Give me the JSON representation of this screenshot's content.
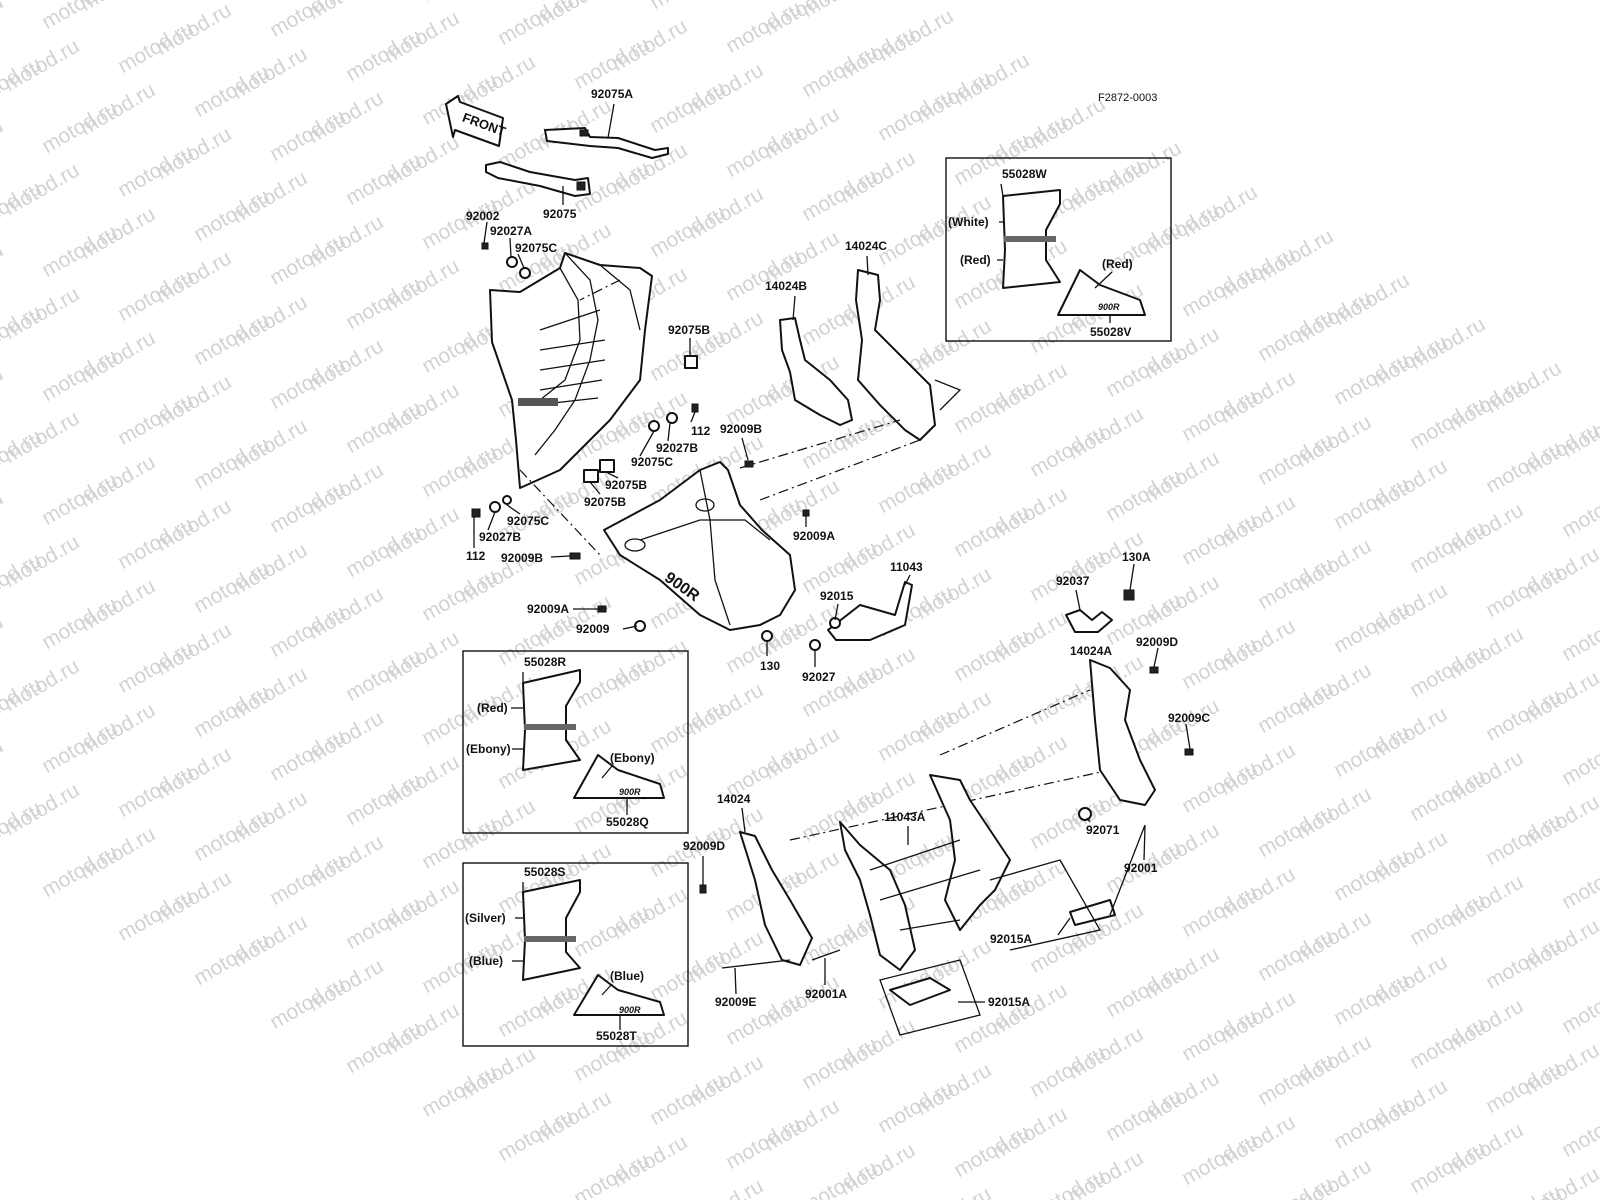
{
  "watermark": {
    "text": "motod.ru"
  },
  "figure_code": "F2872-0003",
  "front_arrow": "FRONT",
  "callouts": [
    {
      "id": "92075A",
      "text": "92075A"
    },
    {
      "id": "92075",
      "text": "92075"
    },
    {
      "id": "92002",
      "text": "92002"
    },
    {
      "id": "92027A",
      "text": "92027A"
    },
    {
      "id": "92075C_a",
      "text": "92075C"
    },
    {
      "id": "92075B_a",
      "text": "92075B"
    },
    {
      "id": "112_a",
      "text": "112"
    },
    {
      "id": "92027B_a",
      "text": "92027B"
    },
    {
      "id": "92075C_b",
      "text": "92075C"
    },
    {
      "id": "92075B_b",
      "text": "92075B"
    },
    {
      "id": "92075B_c",
      "text": "92075B"
    },
    {
      "id": "92075C_c",
      "text": "92075C"
    },
    {
      "id": "92027B_b",
      "text": "92027B"
    },
    {
      "id": "112_b",
      "text": "112"
    },
    {
      "id": "92009B_a",
      "text": "92009B"
    },
    {
      "id": "92009B_b",
      "text": "92009B"
    },
    {
      "id": "92009A_a",
      "text": "92009A"
    },
    {
      "id": "92009A_b",
      "text": "92009A"
    },
    {
      "id": "92009",
      "text": "92009"
    },
    {
      "id": "14024B",
      "text": "14024B"
    },
    {
      "id": "14024C",
      "text": "14024C"
    },
    {
      "id": "11043",
      "text": "11043"
    },
    {
      "id": "92015",
      "text": "92015"
    },
    {
      "id": "130",
      "text": "130"
    },
    {
      "id": "92027",
      "text": "92027"
    },
    {
      "id": "92037",
      "text": "92037"
    },
    {
      "id": "130A",
      "text": "130A"
    },
    {
      "id": "14024A",
      "text": "14024A"
    },
    {
      "id": "92009D_a",
      "text": "92009D"
    },
    {
      "id": "92009C",
      "text": "92009C"
    },
    {
      "id": "92071",
      "text": "92071"
    },
    {
      "id": "92001",
      "text": "92001"
    },
    {
      "id": "14024",
      "text": "14024"
    },
    {
      "id": "92009D_b",
      "text": "92009D"
    },
    {
      "id": "11043A",
      "text": "11043A"
    },
    {
      "id": "92015A_a",
      "text": "92015A"
    },
    {
      "id": "92015A_b",
      "text": "92015A"
    },
    {
      "id": "92009E",
      "text": "92009E"
    },
    {
      "id": "92001A",
      "text": "92001A"
    }
  ],
  "fairing_badge": "900R",
  "variant_boxes": [
    {
      "id": "white_red",
      "top_part": "55028W",
      "bottom_part": "55028V",
      "color_upper": "(White)",
      "color_lower": "(Red)",
      "color_side": "(Red)",
      "badge": "900R"
    },
    {
      "id": "red_ebony",
      "top_part": "55028R",
      "bottom_part": "55028Q",
      "color_upper": "(Red)",
      "color_lower": "(Ebony)",
      "color_side": "(Ebony)",
      "badge": "900R"
    },
    {
      "id": "silver_blue",
      "top_part": "55028S",
      "bottom_part": "55028T",
      "color_upper": "(Silver)",
      "color_lower": "(Blue)",
      "color_side": "(Blue)",
      "badge": "900R"
    }
  ]
}
